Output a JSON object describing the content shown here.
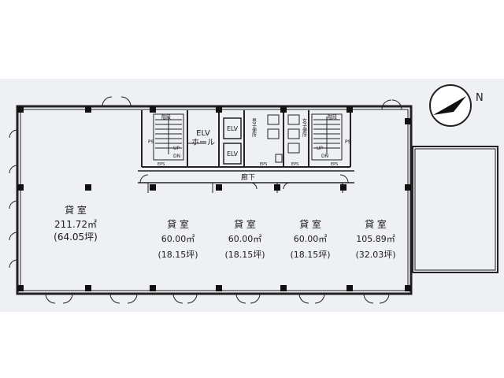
{
  "compass": {
    "label": "N"
  },
  "core": {
    "elv_hall_line1": "ELV",
    "elv_hall_line2": "ホール",
    "elv_car": "ELV",
    "corridor": "廊下",
    "ps": "PS",
    "up": "UP",
    "dn": "DN",
    "eps": "EPS",
    "mens_wc": "男子便所",
    "womens_wc": "女子便所",
    "stair_left": "階段",
    "stair_right": "階段"
  },
  "rooms": [
    {
      "name": "貸 室",
      "area": "211.72㎡",
      "tsubo": "(64.05坪)"
    },
    {
      "name": "貸 室",
      "area": "60.00㎡",
      "tsubo": "(18.15坪)"
    },
    {
      "name": "貸 室",
      "area": "60.00㎡",
      "tsubo": "(18.15坪)"
    },
    {
      "name": "貸 室",
      "area": "60.00㎡",
      "tsubo": "(18.15坪)"
    },
    {
      "name": "貸 室",
      "area": "105.89㎡",
      "tsubo": "(32.03坪)"
    }
  ]
}
